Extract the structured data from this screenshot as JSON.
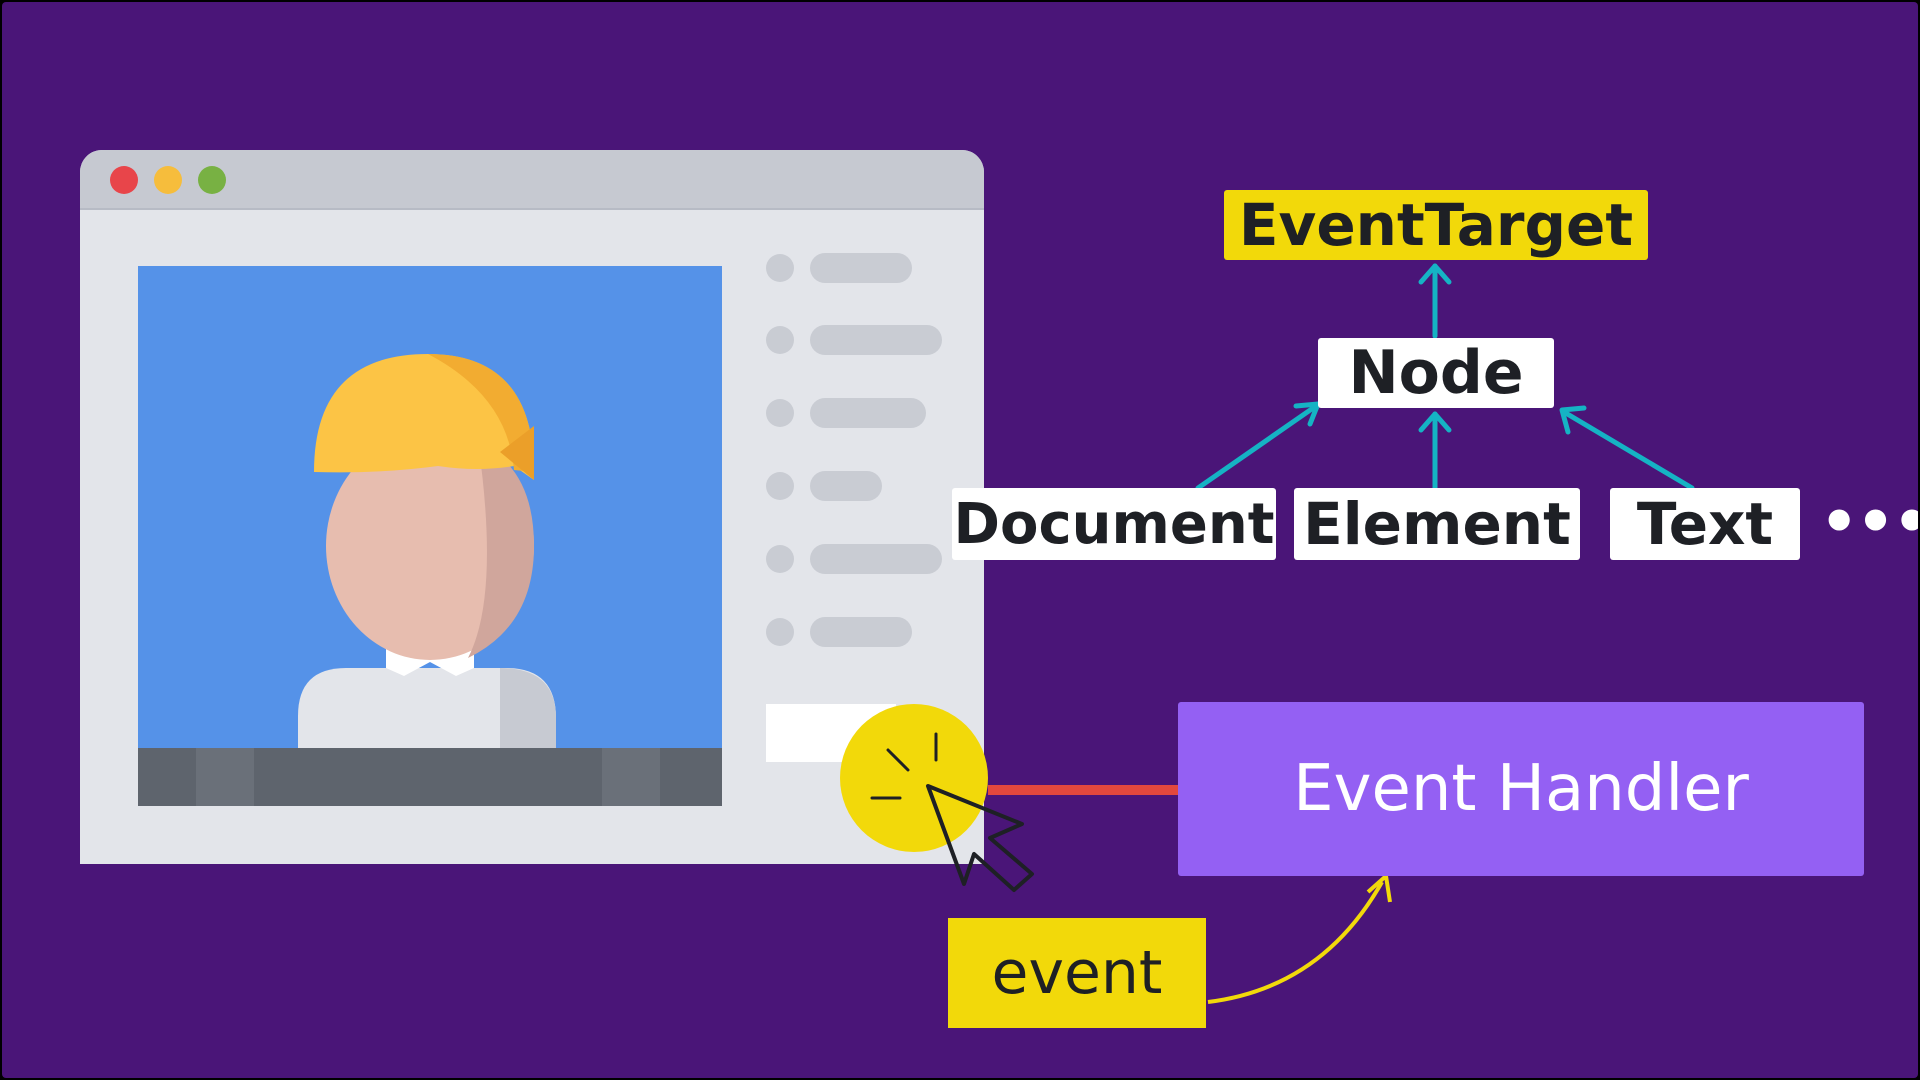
{
  "diagram": {
    "hierarchy": {
      "root": "EventTarget",
      "middle": "Node",
      "children": [
        "Document",
        "Element",
        "Text"
      ],
      "more": "•••"
    },
    "event_label": "event",
    "handler_label": "Event Handler"
  },
  "browser": {
    "traffic_lights": [
      "close-button",
      "minimize-button",
      "maximize-button"
    ]
  },
  "colors": {
    "background": "#4a1578",
    "highlight_yellow": "#f2d90a",
    "handler_purple": "#9460f3",
    "arrow_teal": "#15b3c4",
    "arrow_red": "#e2483d",
    "photo_blue": "#5592e8"
  }
}
